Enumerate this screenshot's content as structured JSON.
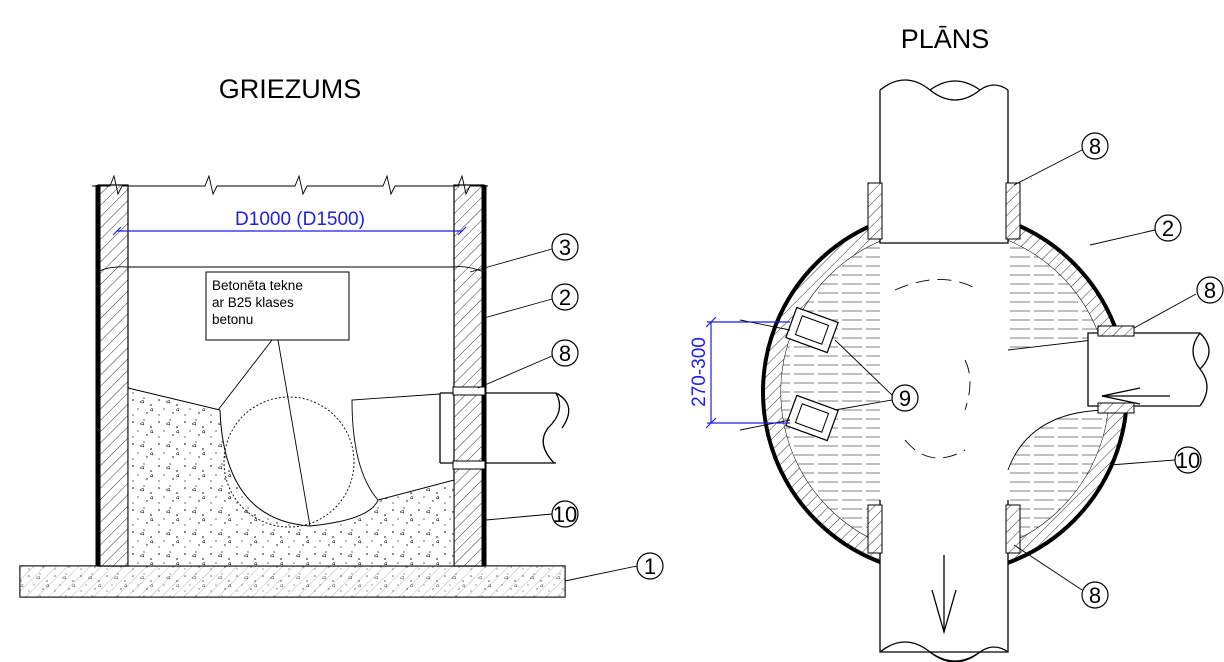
{
  "section": {
    "title": "GRIEZUMS",
    "diameter_label": "D1000 (D1500)",
    "note_lines": [
      "Betonēta tekne",
      "ar B25 klases",
      "betonu"
    ],
    "callouts": [
      "3",
      "2",
      "8",
      "10",
      "1"
    ]
  },
  "plan": {
    "title": "PLĀNS",
    "dimension_label": "270-300",
    "callouts": [
      "8",
      "2",
      "8",
      "9",
      "10",
      "8"
    ]
  },
  "colors": {
    "line": "#000000",
    "dimension": "#1e1ee6",
    "background": "#ffffff"
  }
}
